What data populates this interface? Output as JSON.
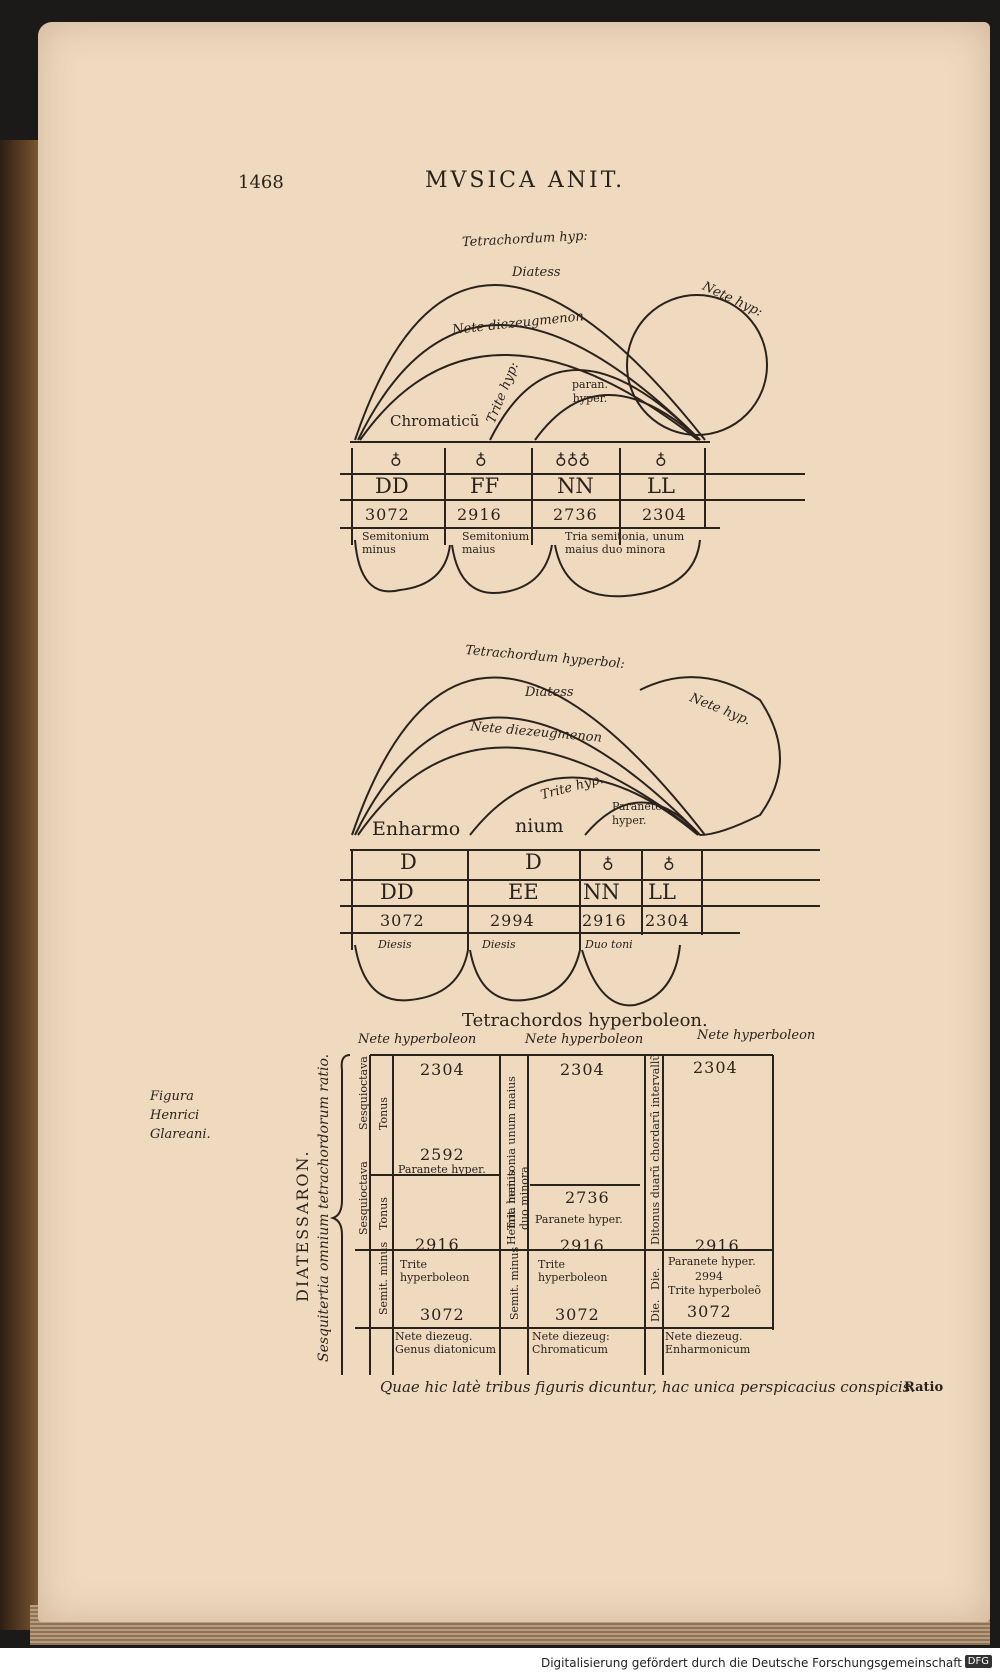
{
  "header": {
    "page_number": "1468",
    "running_head": "MVSICA ANIT."
  },
  "figure1": {
    "arcs": [
      "Tetrachordum hyp:",
      "Diatess",
      "Nete diezeugmenon",
      "Nete hyp:",
      "Trite hyp:",
      "paran. hyper.",
      "Chromaticũ"
    ],
    "marks": [
      "♁",
      "♁",
      "♁♁♁",
      "♁"
    ],
    "letters": [
      "DD",
      "FF",
      "NN",
      "LL"
    ],
    "numbers": [
      "3072",
      "2916",
      "2736",
      "2304"
    ],
    "intervals": [
      "Semitonium minus",
      "Semitonium maius",
      "Tria semitonia, unum maius duo minora"
    ]
  },
  "figure2": {
    "arcs": [
      "Tetrachordum hyperbol:",
      "Diatess",
      "Nete diezeugmenon",
      "Nete hyp.",
      "Trite hyp.",
      "Paranete hyper.",
      "Enharmo",
      "nium"
    ],
    "marks": [
      "D",
      "D",
      "♁",
      "♁"
    ],
    "letters": [
      "DD",
      "EE",
      "NN",
      "LL"
    ],
    "numbers": [
      "3072",
      "2994",
      "2916",
      "2304"
    ],
    "intervals": [
      "Diesis",
      "Diesis",
      "Duo toni"
    ]
  },
  "table": {
    "title": "Tetrachordos hyperboleon.",
    "columns": [
      "Nete hyperboleon",
      "Nete hyperboleon",
      "Nete hyperboleon"
    ],
    "side_diatessaron": "DIATESSARON.",
    "side_ratio": "Sesquitertia omnium tetrachordorum ratio.",
    "diatonic": {
      "top": "2304",
      "n2": "2592",
      "paranete": "Paranete hyper.",
      "n3": "2916",
      "trite": "Trite hyperboleon",
      "n4": "3072",
      "bottom": "Nete diezeug. Genus diatonicum",
      "i1": "Tonus",
      "i2": "Tonus",
      "i3": "Semit. minus",
      "r1": "Sesquioctava",
      "r2": "Sesquioctava"
    },
    "chromatic": {
      "top": "2304",
      "n2": "2736",
      "paranete": "Paranete hyper.",
      "n3": "2916",
      "trite": "Trite hyperboleon",
      "n4": "3072",
      "bottom": "Nete diezeug: Chromaticum",
      "i1": "Tria hemitonia unum maius duo minora",
      "i2": "Hemit. maius",
      "i3": "Semit. minus"
    },
    "enharmonic": {
      "top": "2304",
      "n3": "2916",
      "paranete": "Paranete hyper.",
      "n_mid": "2994",
      "trite": "Trite hyperboleõ",
      "n4": "3072",
      "bottom": "Nete diezeug. Enharmonicum",
      "i1": "Ditonus duarũ chordarũ intervallũ",
      "i2": "Die.",
      "i3": "Die."
    }
  },
  "margin_note": "Figura Henrici Glareani.",
  "caption": "Quae hic latè tribus figuris dicuntur, hac unica perspicacius conspicis.",
  "catchword": "Ratio",
  "footer": {
    "credit": "Digitalisierung gefördert durch die Deutsche Forschungsgemeinschaft",
    "logo": "DFG"
  }
}
